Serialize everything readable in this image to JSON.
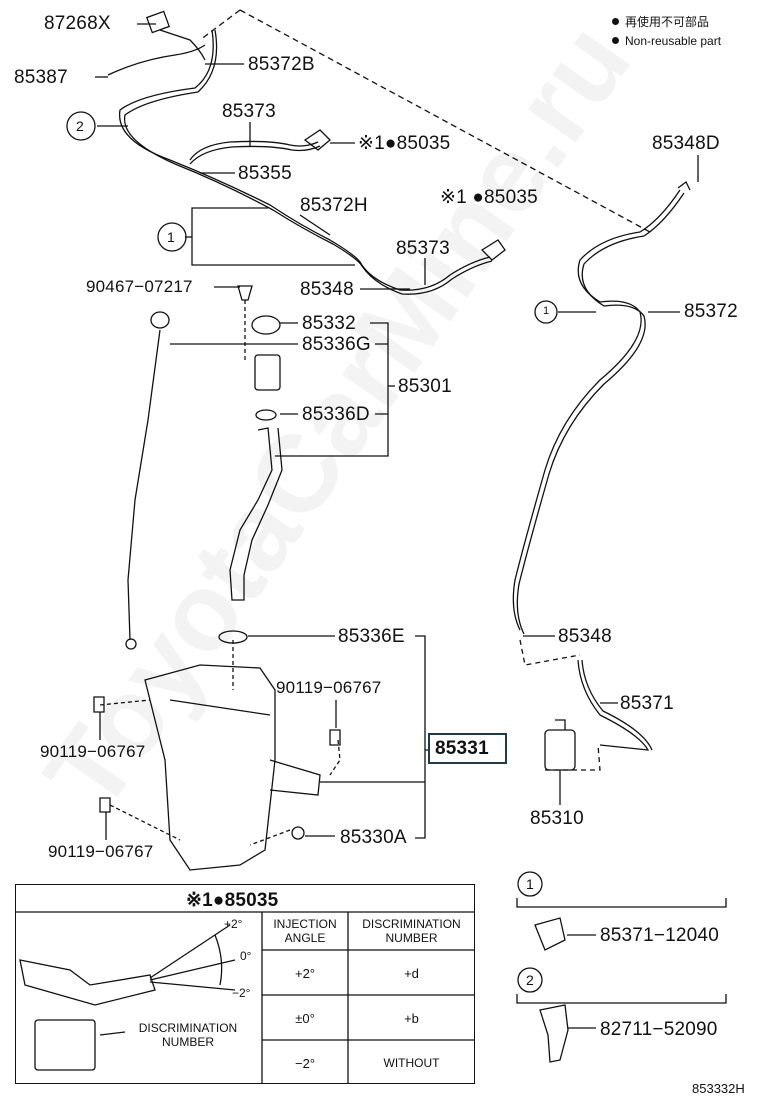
{
  "legend": {
    "japanese": "再使用不可部品",
    "english": "Non-reusable part"
  },
  "labels": {
    "p87268x": "87268X",
    "p85387": "85387",
    "p85372b": "85372B",
    "p85373a": "85373",
    "p85035a": "※1●85035",
    "p85355": "85355",
    "p85372h": "85372H",
    "p85035b": "※1 ●85035",
    "p85373b": "85373",
    "p85348a": "85348",
    "p85348d": "85348D",
    "p85372": "85372",
    "p90467": "90467−07217",
    "p85332": "85332",
    "p85336g": "85336G",
    "p85301": "85301",
    "p85336d": "85336D",
    "p85336e": "85336E",
    "p85348b": "85348",
    "p90119a": "90119−06767",
    "p90119b": "90119−06767",
    "p85371": "85371",
    "p85331": "85331",
    "p85310": "85310",
    "p90119c": "90119−06767",
    "p85330a": "85330A",
    "callout1": "1",
    "callout2": "2",
    "callout1b": "1"
  },
  "detail_table": {
    "title": "※1●85035",
    "angle_plus": "+2°",
    "angle_zero": "0°",
    "angle_minus": "−2°",
    "disc_label": "DISCRIMINATION\nNUMBER",
    "headers": [
      "INJECTION\nANGLE",
      "DISCRIMINATION\nNUMBER"
    ],
    "rows": [
      [
        "+2°",
        "+d"
      ],
      [
        "±0°",
        "+b"
      ],
      [
        "−2°",
        "WITHOUT"
      ]
    ]
  },
  "insets": [
    {
      "num": "1",
      "part": "85371−12040"
    },
    {
      "num": "2",
      "part": "82711−52090"
    }
  ],
  "footer_code": "853332H",
  "watermark": "ToyotaCarMine.ru"
}
